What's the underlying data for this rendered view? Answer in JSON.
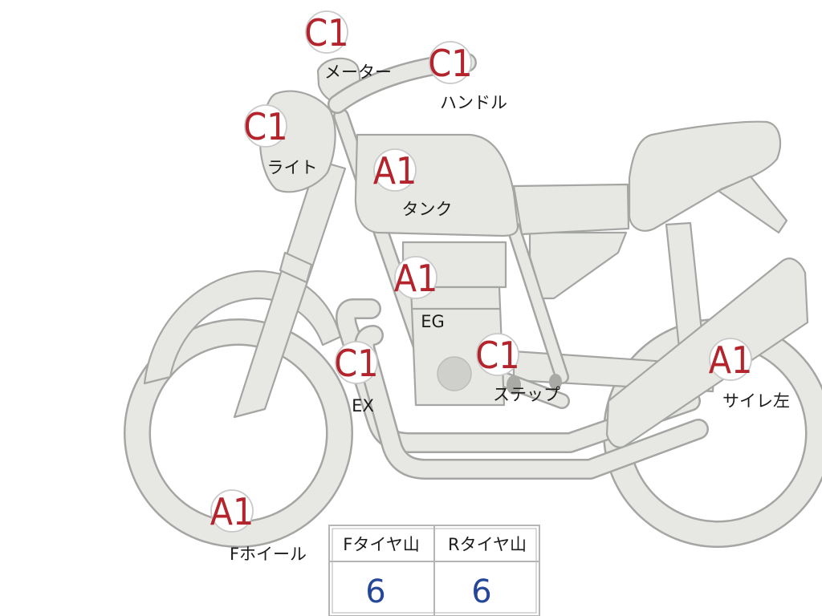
{
  "parts": [
    {
      "id": "meter",
      "grade": "C1",
      "label": "メーター"
    },
    {
      "id": "handle",
      "grade": "C1",
      "label": "ハンドル"
    },
    {
      "id": "light",
      "grade": "C1",
      "label": "ライト"
    },
    {
      "id": "tank",
      "grade": "A1",
      "label": "タンク"
    },
    {
      "id": "engine",
      "grade": "A1",
      "label": "EG"
    },
    {
      "id": "exhaust",
      "grade": "C1",
      "label": "EX"
    },
    {
      "id": "step",
      "grade": "C1",
      "label": "ステップ"
    },
    {
      "id": "silencer-left",
      "grade": "A1",
      "label": "サイレ左"
    },
    {
      "id": "front-wheel",
      "grade": "A1",
      "label": "Fホイール"
    }
  ],
  "tire_table": {
    "headers": [
      "Fタイヤ山",
      "Rタイヤ山"
    ],
    "values": [
      "6",
      "6"
    ]
  },
  "colors": {
    "body_fill": "#e7e8e4",
    "outline": "#a4a6a3",
    "grade_text": "#b3242c",
    "table_value": "#24479a"
  }
}
